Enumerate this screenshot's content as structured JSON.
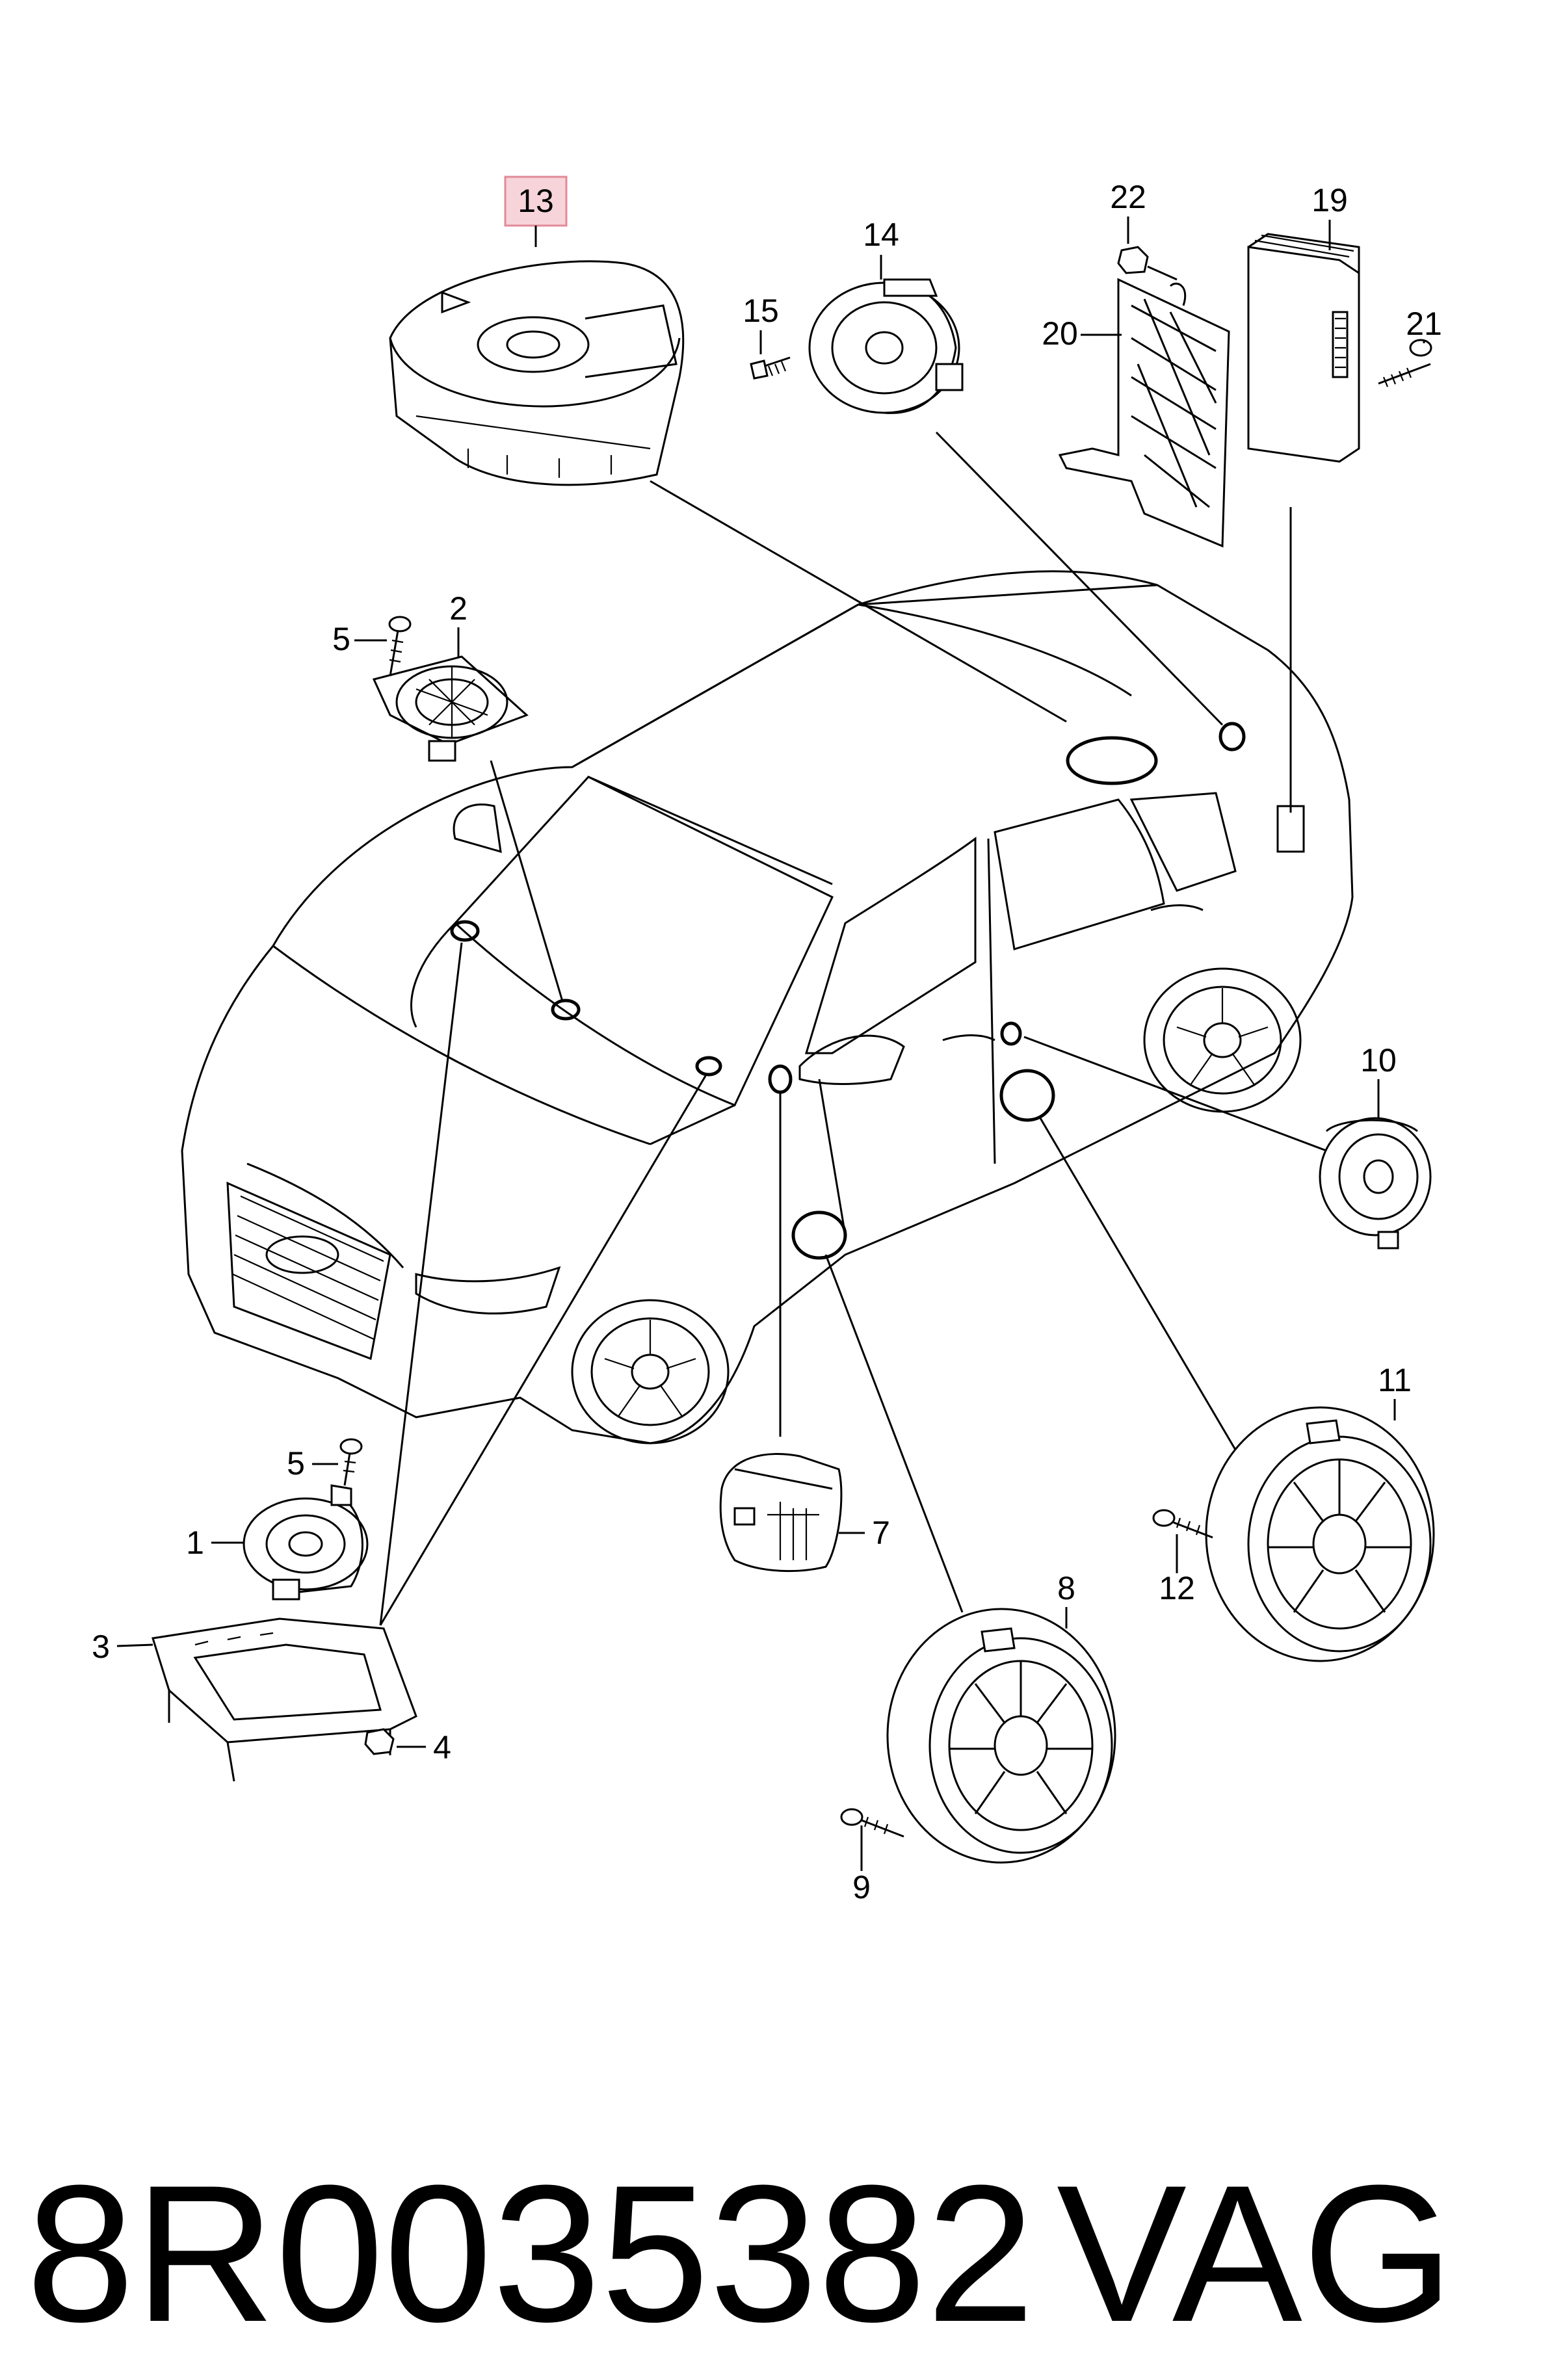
{
  "diagram": {
    "highlighted_callout": "13",
    "highlight_color": "#f6d4da",
    "callouts": [
      "1",
      "2",
      "3",
      "4",
      "5",
      "5",
      "7",
      "8",
      "9",
      "10",
      "11",
      "12",
      "13",
      "14",
      "15",
      "19",
      "20",
      "21",
      "22"
    ],
    "part_number": "8R0035382",
    "brand": "VAG"
  }
}
